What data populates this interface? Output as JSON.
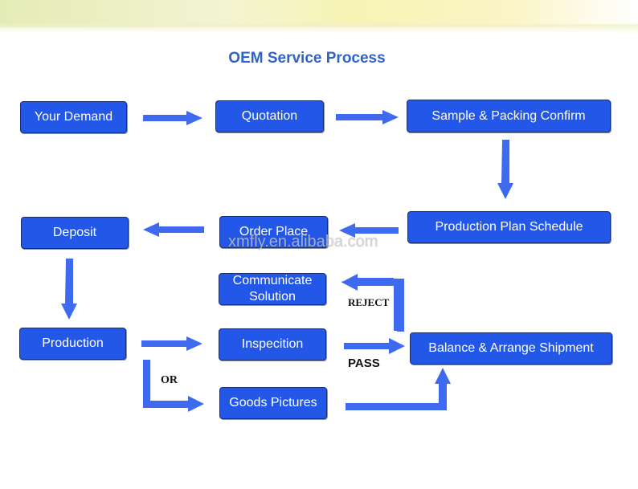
{
  "title": "OEM Service Process",
  "watermark": "xmfly.en.alibaba.com",
  "colors": {
    "node_fill": "#2357e8",
    "arrow": "#3e6af0",
    "title": "#2f63c6",
    "node_text": "#ffffff"
  },
  "steps": {
    "your_demand": "Your Demand",
    "quotation": "Quotation",
    "sample_packing": "Sample & Packing Confirm",
    "production_plan": "Production Plan Schedule",
    "order_place": "Order Place",
    "deposit": "Deposit",
    "production": "Production",
    "inspection": "Inspecition",
    "goods_pictures": "Goods Pictures",
    "communicate_line1": "Communicate",
    "communicate_line2": "Solution",
    "balance_shipment": "Balance & Arrange Shipment"
  },
  "edge_labels": {
    "or": "OR",
    "pass": "PASS",
    "reject": "REJECT"
  }
}
